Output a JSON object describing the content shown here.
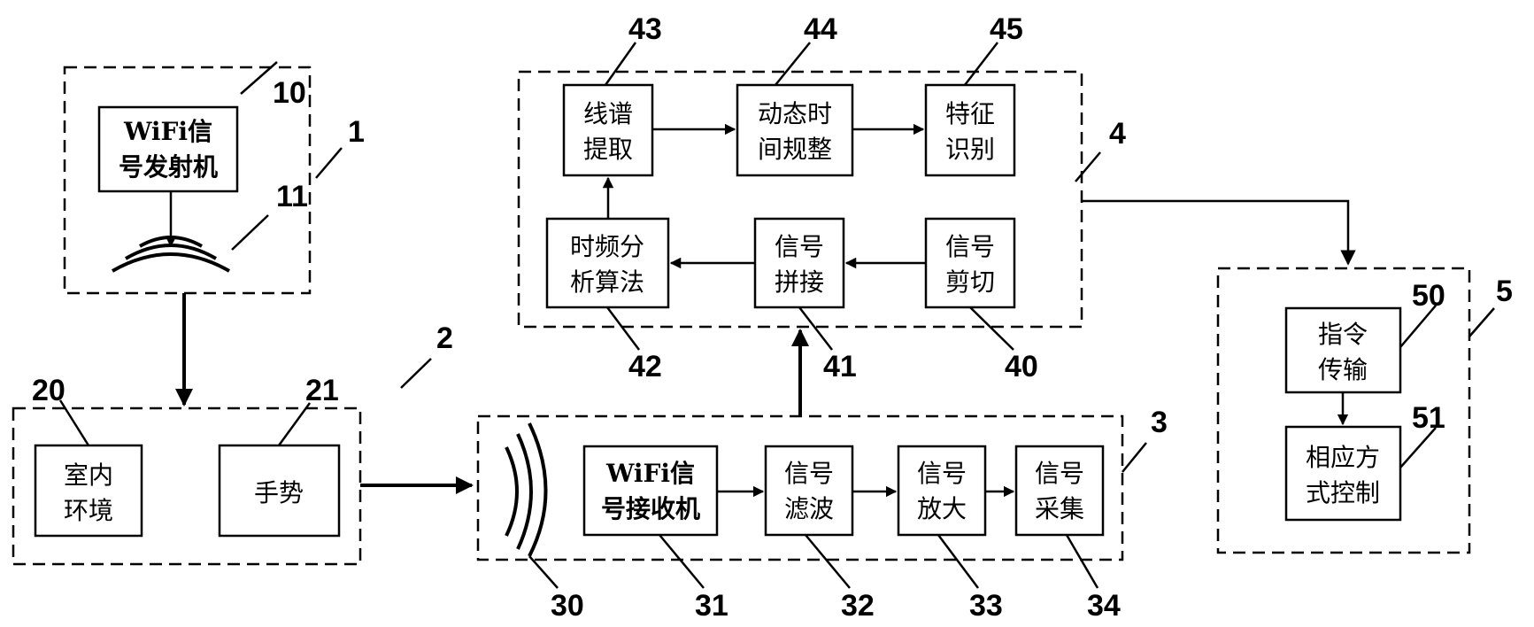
{
  "transmitter_module": {
    "number": "1",
    "transmitter": {
      "line1": "WiFi信",
      "line2": "号发射机",
      "number": "10"
    },
    "antenna_number": "11"
  },
  "environment_module": {
    "number": "2",
    "indoor": {
      "line1": "室内",
      "line2": "环境",
      "number": "20"
    },
    "gesture": {
      "label": "手势",
      "number": "21"
    }
  },
  "receiver_module": {
    "number": "3",
    "antenna_number": "30",
    "receiver": {
      "line1": "WiFi信",
      "line2": "号接收机",
      "number": "31"
    },
    "filter": {
      "line1": "信号",
      "line2": "滤波",
      "number": "32"
    },
    "amplify": {
      "line1": "信号",
      "line2": "放大",
      "number": "33"
    },
    "collect": {
      "line1": "信号",
      "line2": "采集",
      "number": "34"
    }
  },
  "processing_module": {
    "number": "4",
    "cut": {
      "line1": "信号",
      "line2": "剪切",
      "number": "40"
    },
    "splice": {
      "line1": "信号",
      "line2": "拼接",
      "number": "41"
    },
    "tfa": {
      "line1": "时频分",
      "line2": "析算法",
      "number": "42"
    },
    "spectral": {
      "line1": "线谱",
      "line2": "提取",
      "number": "43"
    },
    "dtw": {
      "line1": "动态时",
      "line2": "间规整",
      "number": "44"
    },
    "feature": {
      "line1": "特征",
      "line2": "识别",
      "number": "45"
    }
  },
  "control_module": {
    "number": "5",
    "command": {
      "line1": "指令",
      "line2": "传输",
      "number": "50"
    },
    "control": {
      "line1": "相应方",
      "line2": "式控制",
      "number": "51"
    }
  }
}
